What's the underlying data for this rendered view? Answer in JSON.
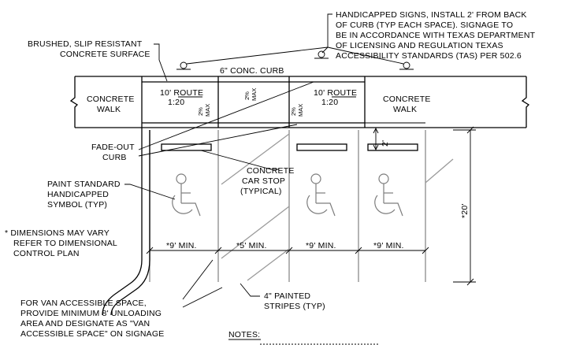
{
  "callouts": {
    "handicapped_signs": [
      "HANDICAPPED SIGNS, INSTALL 2' FROM BACK",
      "OF CURB (TYP EACH SPACE). SIGNAGE TO",
      "BE IN ACCORDANCE WITH TEXAS DEPARTMENT",
      "OF LICENSING AND REGULATION TEXAS",
      "ACCESSIBILITY STANDARDS (TAS) PER 502.6"
    ],
    "surface": [
      "BRUSHED, SLIP RESISTANT",
      "CONCRETE SURFACE"
    ],
    "curb": "6\" CONC. CURB",
    "walk_left": [
      "CONCRETE",
      "WALK"
    ],
    "walk_right": [
      "CONCRETE",
      "WALK"
    ],
    "route_left": [
      "10' ROUTE",
      "1:20"
    ],
    "route_right": [
      "10' ROUTE",
      "1:20"
    ],
    "slope_1": [
      "2%",
      "MAX"
    ],
    "slope_2": [
      "2%",
      "MAX"
    ],
    "slope_3": [
      "2%",
      "MAX"
    ],
    "fadeout": [
      "FADE-OUT",
      "CURB"
    ],
    "paint_symbol": [
      "PAINT STANDARD",
      "HANDICAPPED",
      "SYMBOL (TYP)"
    ],
    "car_stop": [
      "CONCRETE",
      "CAR STOP",
      "(TYPICAL)"
    ],
    "dims_note": [
      "* DIMENSIONS MAY VARY",
      "REFER TO DIMENSIONAL",
      "CONTROL PLAN"
    ],
    "van": [
      "FOR VAN ACCESSIBLE SPACE,",
      "PROVIDE MINIMUM 8' UNLOADING",
      "AREA AND DESIGNATE AS \"VAN",
      "ACCESSIBLE SPACE\" ON SIGNAGE"
    ],
    "stripes": [
      "4\" PAINTED",
      "STRIPES (TYP)"
    ],
    "notes": "NOTES:"
  },
  "dimensions": {
    "space_1": "*9' MIN.",
    "aisle": "*5' MIN.",
    "space_2": "*9' MIN.",
    "space_3": "*9' MIN.",
    "sign_offset": "2'",
    "depth": "*20'"
  }
}
